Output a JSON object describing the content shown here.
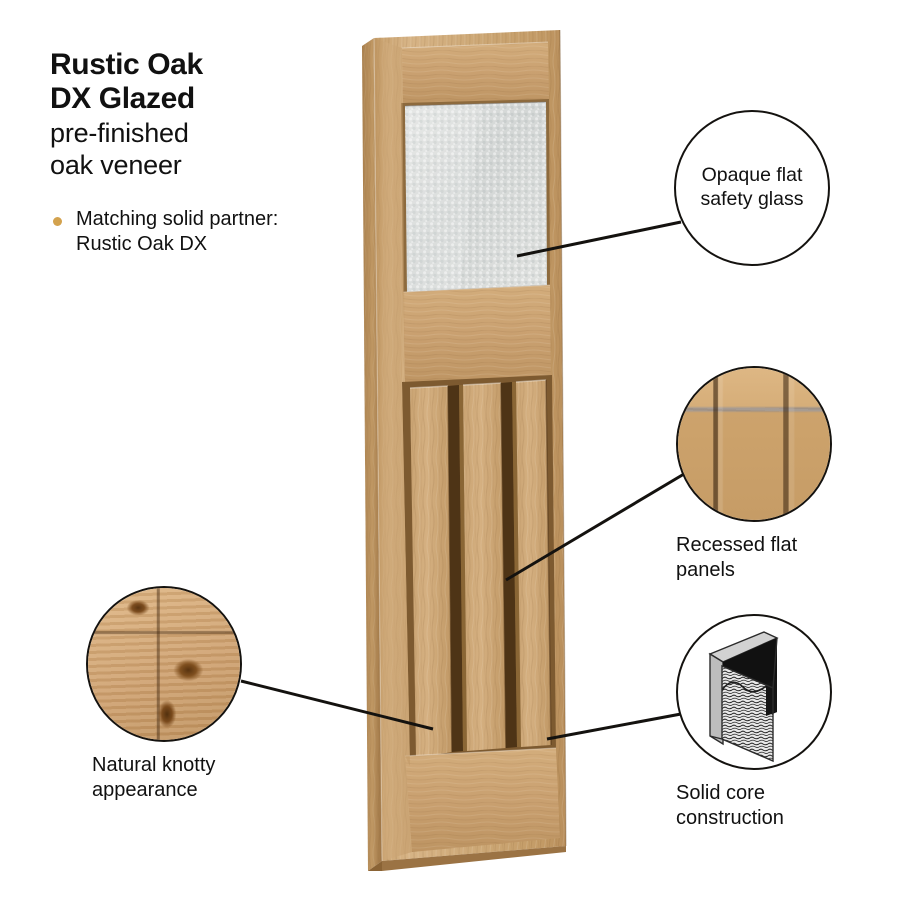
{
  "product": {
    "title_line1": "Rustic Oak",
    "title_line2": "DX Glazed",
    "subtitle_line1": "pre-finished",
    "subtitle_line2": "oak veneer",
    "bullets": [
      {
        "line1": "Matching solid partner:",
        "line2": "Rustic Oak DX"
      }
    ]
  },
  "callouts": [
    {
      "id": "opaque-flat-safety-glass",
      "label_line1": "Opaque flat",
      "label_line2": "safety glass",
      "style": "text-inside",
      "icon": "frosted-glass-swatch"
    },
    {
      "id": "recessed-flat-panels",
      "label_line1": "Recessed flat",
      "label_line2": "panels",
      "style": "image-above-label",
      "icon": "recessed-panel-wood-detail"
    },
    {
      "id": "solid-core-construction",
      "label_line1": "Solid core",
      "label_line2": "construction",
      "style": "image-above-label",
      "icon": "door-core-cutaway-diagram"
    },
    {
      "id": "natural-knotty-appearance",
      "label_line1": "Natural knotty",
      "label_line2": "appearance",
      "style": "image-above-label",
      "icon": "knotty-oak-grain-detail"
    }
  ],
  "door": {
    "name": "rustic-oak-dx-glazed-door",
    "glass_panel": "frosted opaque glass",
    "recessed_panel_count": 3
  },
  "colors": {
    "background": "#ffffff",
    "text": "#111111",
    "bullet_accent": "#d3a24e",
    "oak_light": "#d9b484",
    "oak_mid": "#c49a67",
    "oak_dark": "#a87f4f",
    "oak_shadow": "#6d4a23",
    "glass": "#d9dbd9",
    "line": "#14120f",
    "core_grey": "#bfbfbf",
    "core_black": "#111111"
  }
}
